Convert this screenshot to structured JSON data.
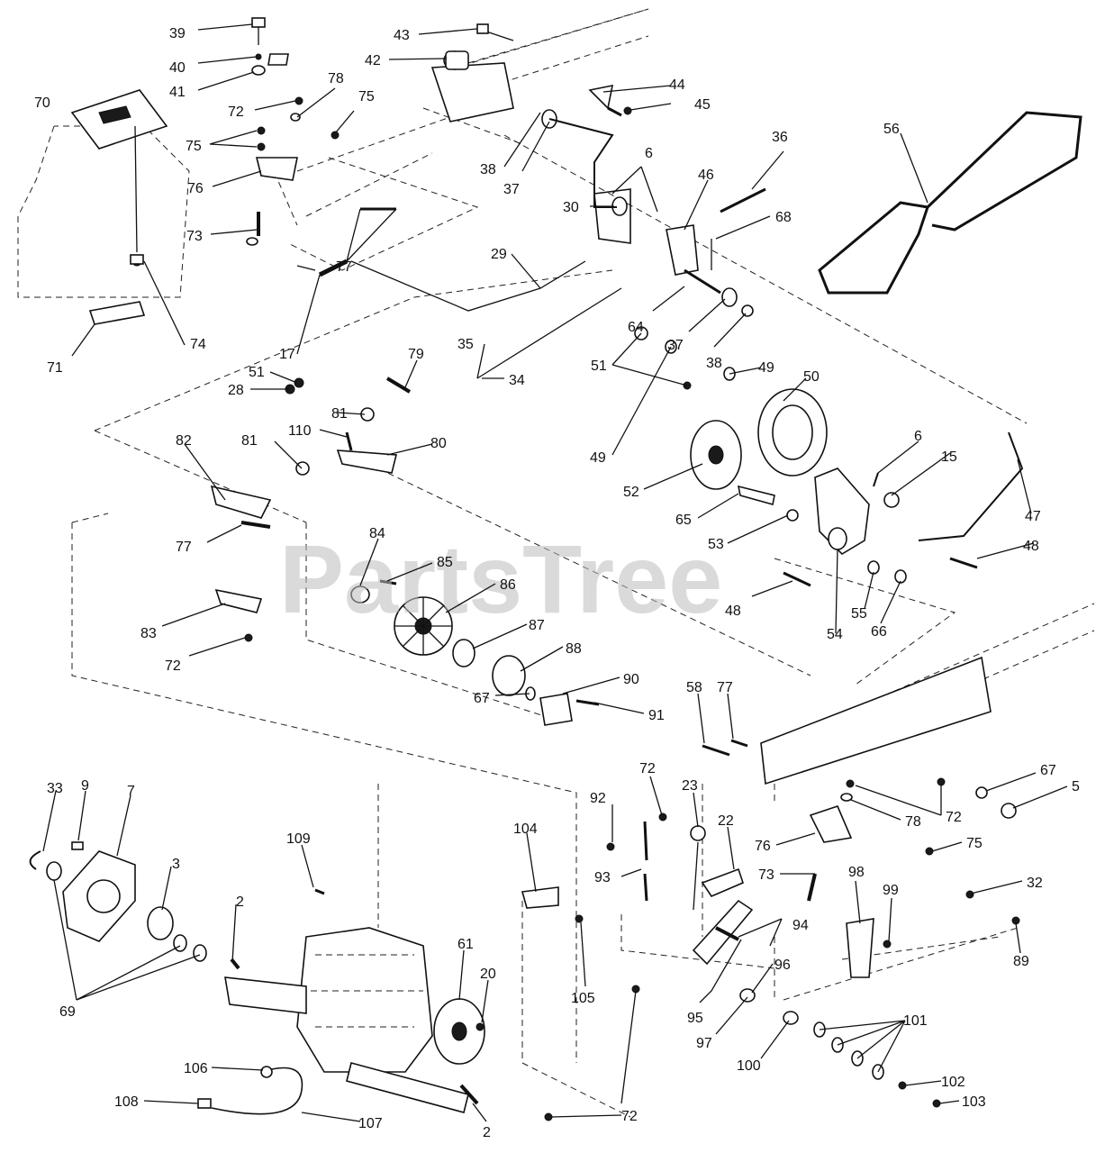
{
  "watermark": "PartsTree",
  "callouts": [
    {
      "id": "c39",
      "text": "39"
    },
    {
      "id": "c40",
      "text": "40"
    },
    {
      "id": "c41",
      "text": "41"
    },
    {
      "id": "c43",
      "text": "43"
    },
    {
      "id": "c42",
      "text": "42"
    },
    {
      "id": "c70",
      "text": "70"
    },
    {
      "id": "c72a",
      "text": "72"
    },
    {
      "id": "c78a",
      "text": "78"
    },
    {
      "id": "c75a",
      "text": "75"
    },
    {
      "id": "c75b",
      "text": "75"
    },
    {
      "id": "c76a",
      "text": "76"
    },
    {
      "id": "c73a",
      "text": "73"
    },
    {
      "id": "c77a",
      "text": "77"
    },
    {
      "id": "c44",
      "text": "44"
    },
    {
      "id": "c45",
      "text": "45"
    },
    {
      "id": "c38a",
      "text": "38"
    },
    {
      "id": "c37a",
      "text": "37"
    },
    {
      "id": "c36",
      "text": "36"
    },
    {
      "id": "c6a",
      "text": "6"
    },
    {
      "id": "c56",
      "text": "56"
    },
    {
      "id": "c46",
      "text": "46"
    },
    {
      "id": "c30",
      "text": "30"
    },
    {
      "id": "c68",
      "text": "68"
    },
    {
      "id": "c29",
      "text": "29"
    },
    {
      "id": "c64",
      "text": "64"
    },
    {
      "id": "c37b",
      "text": "37"
    },
    {
      "id": "c38b",
      "text": "38"
    },
    {
      "id": "c71",
      "text": "71"
    },
    {
      "id": "c74",
      "text": "74"
    },
    {
      "id": "c35",
      "text": "35"
    },
    {
      "id": "c34",
      "text": "34"
    },
    {
      "id": "c17",
      "text": "17"
    },
    {
      "id": "c79",
      "text": "79"
    },
    {
      "id": "c51a",
      "text": "51"
    },
    {
      "id": "c28",
      "text": "28"
    },
    {
      "id": "c51b",
      "text": "51"
    },
    {
      "id": "c49a",
      "text": "49"
    },
    {
      "id": "c50",
      "text": "50"
    },
    {
      "id": "c81a",
      "text": "81"
    },
    {
      "id": "c110",
      "text": "110"
    },
    {
      "id": "c80",
      "text": "80"
    },
    {
      "id": "c49b",
      "text": "49"
    },
    {
      "id": "c6b",
      "text": "6"
    },
    {
      "id": "c15",
      "text": "15"
    },
    {
      "id": "c82",
      "text": "82"
    },
    {
      "id": "c81b",
      "text": "81"
    },
    {
      "id": "c52",
      "text": "52"
    },
    {
      "id": "c47",
      "text": "47"
    },
    {
      "id": "c65",
      "text": "65"
    },
    {
      "id": "c53",
      "text": "53"
    },
    {
      "id": "c48a",
      "text": "48"
    },
    {
      "id": "c77b",
      "text": "77"
    },
    {
      "id": "c84",
      "text": "84"
    },
    {
      "id": "c85",
      "text": "85"
    },
    {
      "id": "c86",
      "text": "86"
    },
    {
      "id": "c48b",
      "text": "48"
    },
    {
      "id": "c54",
      "text": "54"
    },
    {
      "id": "c55",
      "text": "55"
    },
    {
      "id": "c66",
      "text": "66"
    },
    {
      "id": "c83",
      "text": "83"
    },
    {
      "id": "c87",
      "text": "87"
    },
    {
      "id": "c88",
      "text": "88"
    },
    {
      "id": "c72b",
      "text": "72"
    },
    {
      "id": "c90",
      "text": "90"
    },
    {
      "id": "c67a",
      "text": "67"
    },
    {
      "id": "c91",
      "text": "91"
    },
    {
      "id": "c58",
      "text": "58"
    },
    {
      "id": "c77c",
      "text": "77"
    },
    {
      "id": "c33",
      "text": "33"
    },
    {
      "id": "c9",
      "text": "9"
    },
    {
      "id": "c7",
      "text": "7"
    },
    {
      "id": "c67b",
      "text": "67"
    },
    {
      "id": "c5",
      "text": "5"
    },
    {
      "id": "c72c",
      "text": "72"
    },
    {
      "id": "c23",
      "text": "23"
    },
    {
      "id": "c92",
      "text": "92"
    },
    {
      "id": "c109",
      "text": "109"
    },
    {
      "id": "c104",
      "text": "104"
    },
    {
      "id": "c22",
      "text": "22"
    },
    {
      "id": "c72d",
      "text": "72"
    },
    {
      "id": "c78b",
      "text": "78"
    },
    {
      "id": "c76b",
      "text": "76"
    },
    {
      "id": "c75c",
      "text": "75"
    },
    {
      "id": "c3",
      "text": "3"
    },
    {
      "id": "c93",
      "text": "93"
    },
    {
      "id": "c73b",
      "text": "73"
    },
    {
      "id": "c98",
      "text": "98"
    },
    {
      "id": "c32",
      "text": "32"
    },
    {
      "id": "c99",
      "text": "99"
    },
    {
      "id": "c2a",
      "text": "2"
    },
    {
      "id": "c94",
      "text": "94"
    },
    {
      "id": "c89",
      "text": "89"
    },
    {
      "id": "c61",
      "text": "61"
    },
    {
      "id": "c96",
      "text": "96"
    },
    {
      "id": "c20",
      "text": "20"
    },
    {
      "id": "c105",
      "text": "105"
    },
    {
      "id": "c69",
      "text": "69"
    },
    {
      "id": "c95",
      "text": "95"
    },
    {
      "id": "c101",
      "text": "101"
    },
    {
      "id": "c97",
      "text": "97"
    },
    {
      "id": "c100",
      "text": "100"
    },
    {
      "id": "c106",
      "text": "106"
    },
    {
      "id": "c102",
      "text": "102"
    },
    {
      "id": "c108",
      "text": "108"
    },
    {
      "id": "c107",
      "text": "107"
    },
    {
      "id": "c103",
      "text": "103"
    },
    {
      "id": "c2b",
      "text": "2"
    },
    {
      "id": "c72e",
      "text": "72"
    }
  ]
}
